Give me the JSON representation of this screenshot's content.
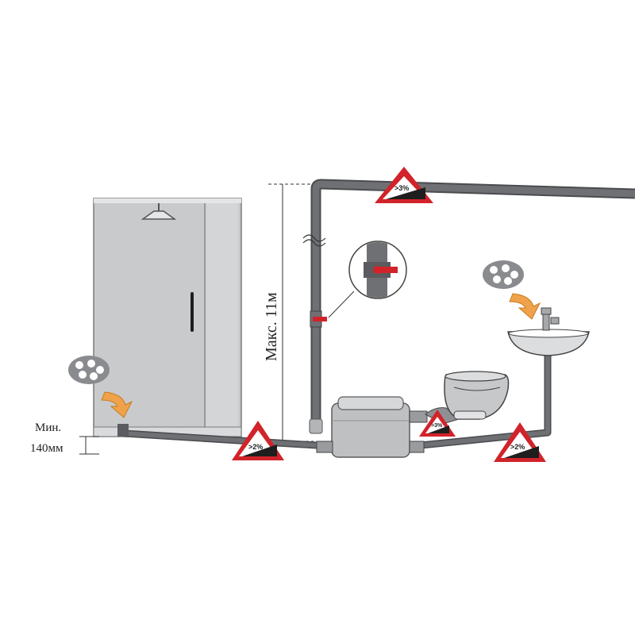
{
  "labels": {
    "max_height": "Макс. 11м",
    "min_label_line1": "Мин.",
    "min_label_line2": "140мм"
  },
  "slopes": {
    "top_pipe": ">3%",
    "shower_pipe": ">2%",
    "toilet": ">3%",
    "sink_pipe": ">2%"
  },
  "colors": {
    "pipe": "#6b6d70",
    "pipe_dark": "#4a4c4f",
    "cabin": "#c9cacc",
    "cabin_panel": "#dcdddf",
    "valve_red": "#d2232a",
    "triangle_red": "#d2232a",
    "arrow_orange": "#f0a24a"
  }
}
